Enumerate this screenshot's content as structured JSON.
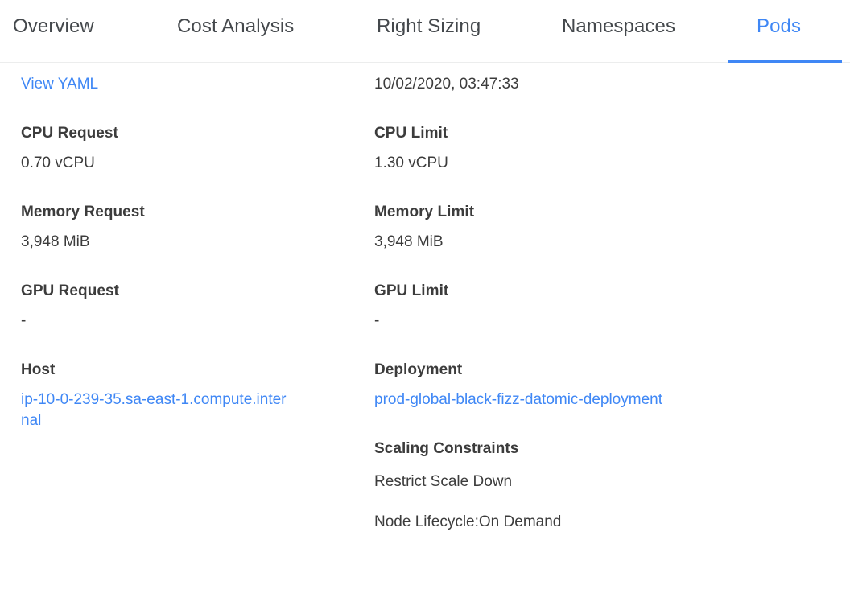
{
  "tabs": [
    {
      "label": "Overview",
      "active": false
    },
    {
      "label": "Cost Analysis",
      "active": false
    },
    {
      "label": "Right Sizing",
      "active": false
    },
    {
      "label": "Namespaces",
      "active": false
    },
    {
      "label": "Pods",
      "active": true
    }
  ],
  "colors": {
    "accent": "#3f87f5",
    "link": "#3f87f5",
    "text": "#3c3c3c",
    "tab_inactive": "#44484c",
    "divider": "#eceded",
    "background": "#ffffff"
  },
  "detail": {
    "left": {
      "view_yaml_label": "View YAML",
      "cpu_request_label": "CPU Request",
      "cpu_request_value": "0.70 vCPU",
      "memory_request_label": "Memory Request",
      "memory_request_value": "3,948 MiB",
      "gpu_request_label": "GPU Request",
      "gpu_request_value": "-",
      "host_label": "Host",
      "host_value": "ip-10-0-239-35.sa-east-1.compute.internal"
    },
    "right": {
      "timestamp": "10/02/2020, 03:47:33",
      "cpu_limit_label": "CPU Limit",
      "cpu_limit_value": "1.30 vCPU",
      "memory_limit_label": "Memory Limit",
      "memory_limit_value": "3,948 MiB",
      "gpu_limit_label": "GPU Limit",
      "gpu_limit_value": "-",
      "deployment_label": "Deployment",
      "deployment_value": "prod-global-black-fizz-datomic-deployment",
      "scaling_constraints_label": "Scaling Constraints",
      "scaling_constraints": [
        "Restrict Scale Down",
        "Node Lifecycle:On Demand"
      ]
    }
  }
}
